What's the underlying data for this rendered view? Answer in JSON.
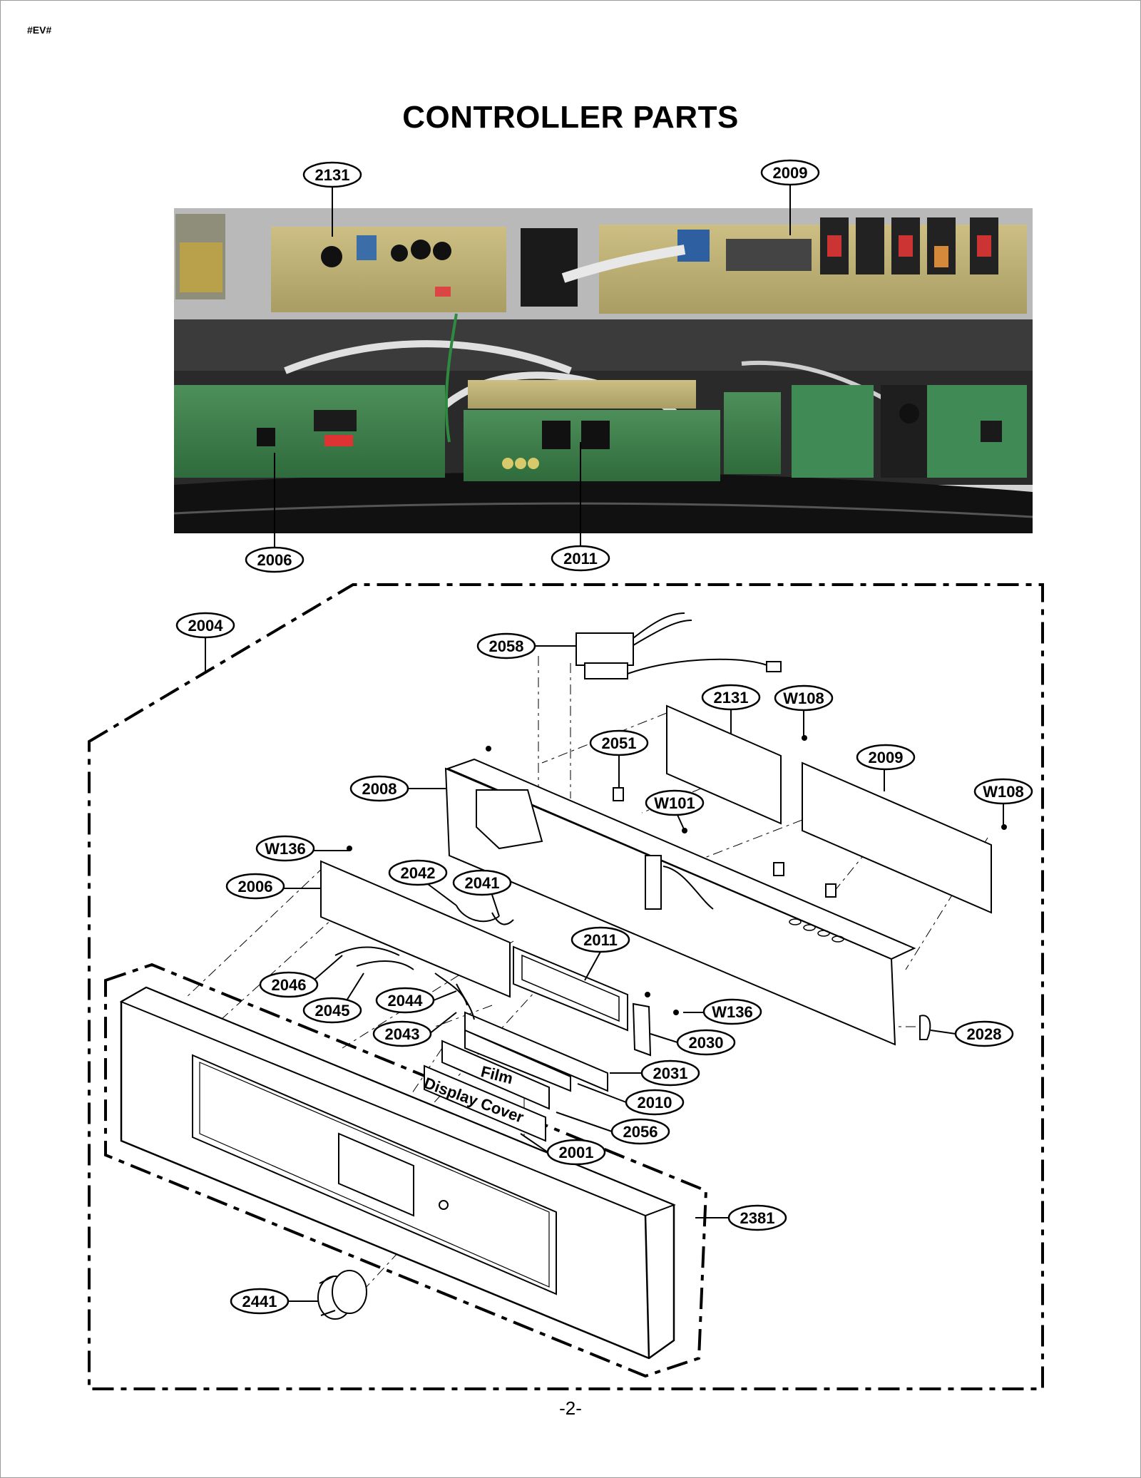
{
  "doc_code": "#EV#",
  "title": "CONTROLLER PARTS",
  "page_number": "-2-",
  "photo_callouts": [
    "2131",
    "2009",
    "2006",
    "2011"
  ],
  "exploded_callouts": [
    "2004",
    "2058",
    "2131",
    "W108",
    "2051",
    "2009",
    "W108",
    "2008",
    "W101",
    "W136",
    "2006",
    "2042",
    "2041",
    "2011",
    "2046",
    "2045",
    "2044",
    "W136",
    "2043",
    "2030",
    "2028",
    "2031",
    "2010",
    "2056",
    "2001",
    "2381",
    "2441"
  ],
  "part_labels": {
    "film": "Film",
    "display_cover": "Display Cover"
  }
}
